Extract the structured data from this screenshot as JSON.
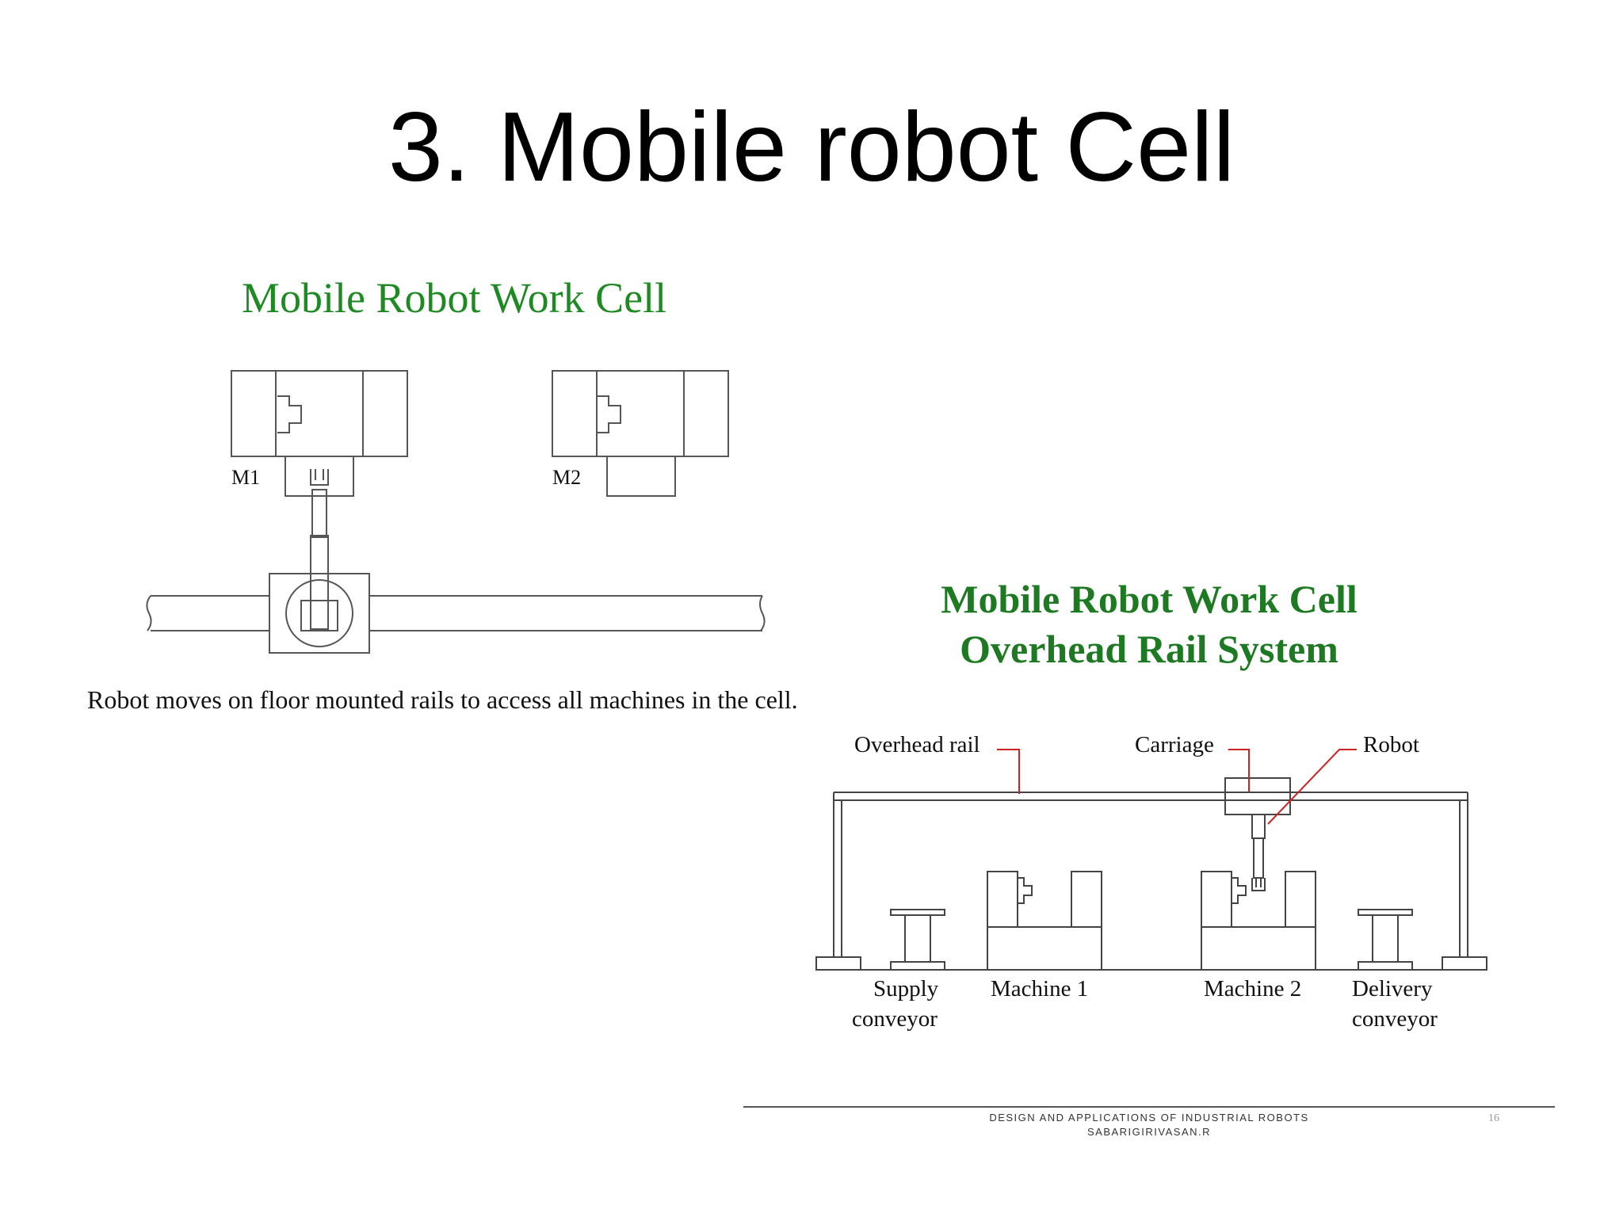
{
  "slide": {
    "title": "3. Mobile robot Cell"
  },
  "left_diagram": {
    "title": "Mobile Robot Work Cell",
    "machine_labels": [
      "M1",
      "M2"
    ],
    "caption": "Robot moves on floor mounted rails to access all machines in the cell."
  },
  "right_diagram": {
    "title_line1": "Mobile Robot Work Cell",
    "title_line2": "Overhead Rail System",
    "callouts": {
      "overhead_rail": "Overhead rail",
      "carriage": "Carriage",
      "robot": "Robot"
    },
    "stations": {
      "supply_line1": "Supply",
      "supply_line2": "conveyor",
      "machine1": "Machine 1",
      "machine2": "Machine 2",
      "delivery_line1": "Delivery",
      "delivery_line2": "conveyor"
    }
  },
  "footer": {
    "line1": "DESIGN AND APPLICATIONS OF INDUSTRIAL ROBOTS",
    "line2": "SABARIGIRIVASAN.R",
    "page_number": "16"
  },
  "colors": {
    "heading_green": "#1e8a22",
    "callout_red": "#cc2222",
    "line": "#444444"
  }
}
